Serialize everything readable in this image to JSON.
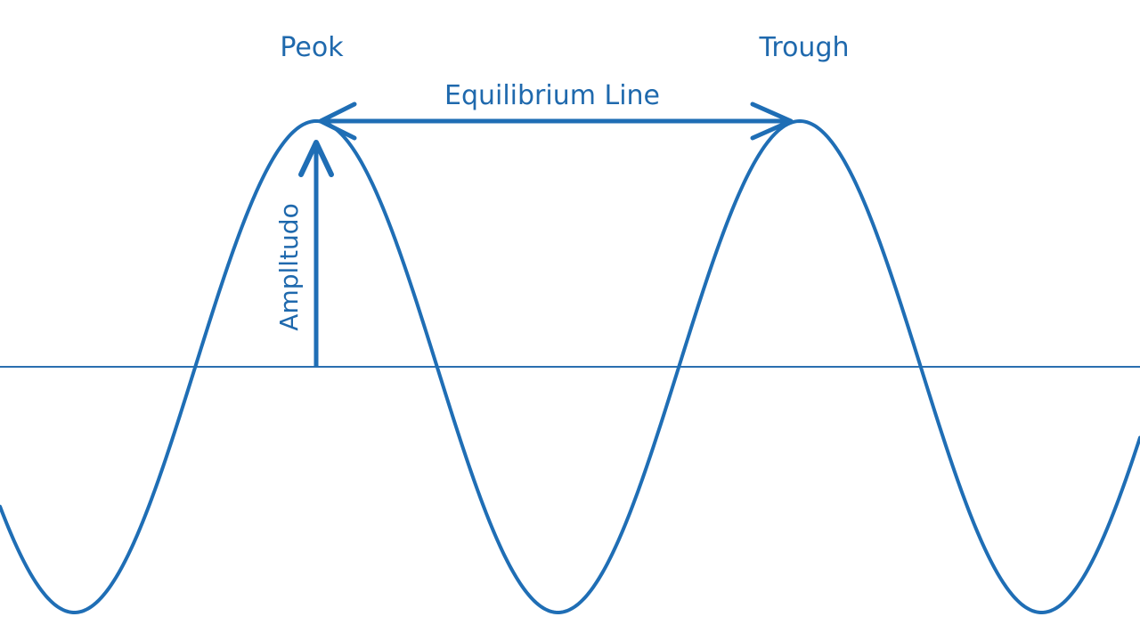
{
  "diagram": {
    "labels": {
      "peak": "Peok",
      "trough": "Trough",
      "equilibrium": "Equilibrium Line",
      "amplitude": "Amplltudo"
    },
    "colors": {
      "wave": "#1f6eb5",
      "axis": "#2a6fb0",
      "arrow": "#1f6eb5",
      "text": "#1f69ad",
      "background": "#ffffff"
    },
    "wave": {
      "type": "sine",
      "cycles_visible": 2.4
    }
  }
}
